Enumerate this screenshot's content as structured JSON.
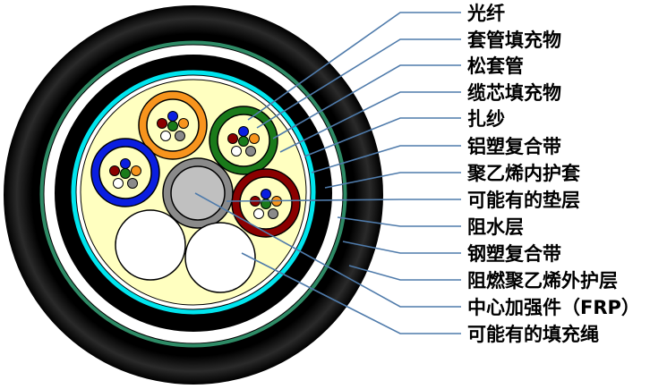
{
  "title": "光缆结构示意图",
  "labels": {
    "fiber": "光纤",
    "tube_filler": "套管填充物",
    "loose_tube": "松套管",
    "core_filler": "缆芯填充物",
    "binder_yarn": "扎纱",
    "aluminum_tape": "铝塑复合带",
    "pe_inner_sheath": "聚乙烯内护套",
    "optional_bedding": "可能有的垫层",
    "water_blocking": "阻水层",
    "steel_tape": "钢塑复合带",
    "fr_pe_outer_sheath": "阻燃聚乙烯外护层",
    "central_member": "中心加强件（FRP）",
    "optional_filler_rope": "可能有的填充绳"
  },
  "colors": {
    "outer_sheath": "#000000",
    "steel_tape": "#2e8b66",
    "aluminum_tape": "#00e5ee",
    "core_filler": "#ffffc0",
    "tube_orange": "#f7941d",
    "tube_green": "#1a7a1a",
    "tube_blue": "#0a1ee0",
    "tube_red": "#8b0000",
    "central_member": "#c0c0c0",
    "leader_line": "#4f7bab"
  }
}
